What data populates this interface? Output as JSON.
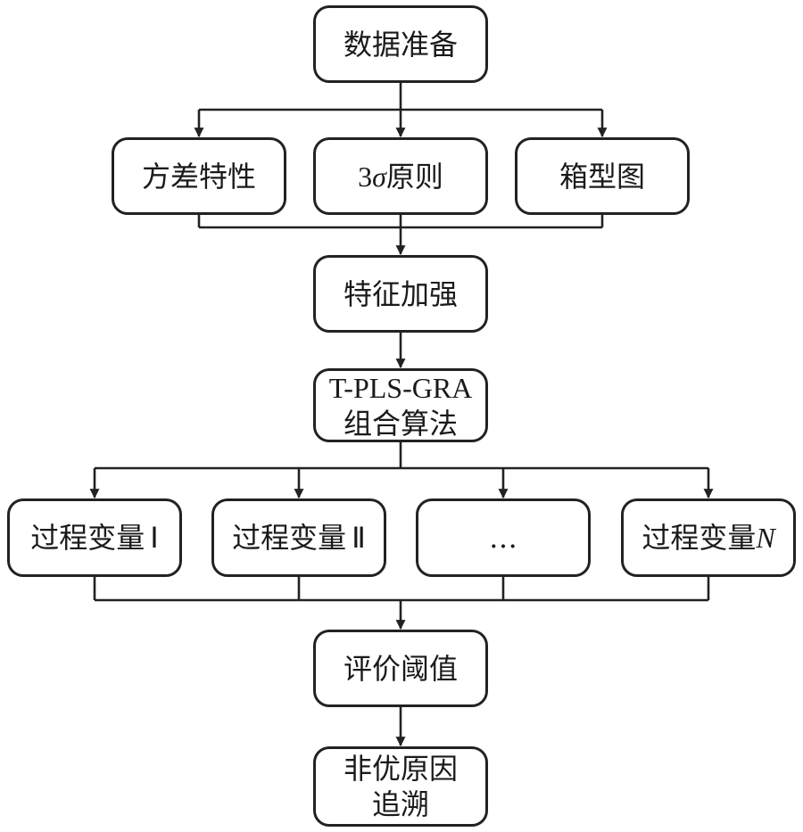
{
  "nodes": {
    "data_prep": "数据准备",
    "variance": "方差特性",
    "three_sigma": {
      "prefix": "3",
      "symbol": "σ",
      "suffix": "原则"
    },
    "boxplot": "箱型图",
    "feature_enhance": "特征加强",
    "algorithm": {
      "line1": "T-PLS-GRA",
      "line2": "组合算法"
    },
    "var1": {
      "text": "过程变量",
      "numeral": "Ⅰ"
    },
    "var2": {
      "text": "过程变量",
      "numeral": "Ⅱ"
    },
    "ellipsis": "…",
    "varN": {
      "text": "过程变量",
      "numeral": "N"
    },
    "threshold": "评价阈值",
    "trace": {
      "line1": "非优原因",
      "line2": "追溯"
    }
  }
}
